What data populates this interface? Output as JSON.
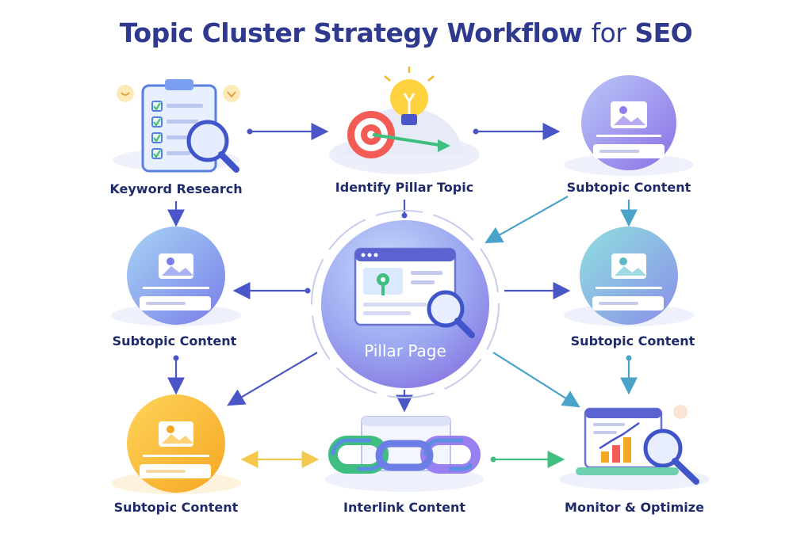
{
  "title": {
    "main": "Topic Cluster Strategy Workflow",
    "connector": "for",
    "tail": "SEO"
  },
  "nodes": {
    "keyword_research": "Keyword Research",
    "identify_pillar": "Identify Pillar Topic",
    "subtopic_top_right": "Subtopic Content",
    "subtopic_mid_left": "Subtopic Content",
    "subtopic_mid_right": "Subtopic Content",
    "subtopic_bottom_left": "Subtopic Content",
    "interlink": "Interlink Content",
    "monitor": "Monitor & Optimize",
    "pillar_page": "Pillar Page"
  },
  "colors": {
    "title": "#2f3a8f",
    "label": "#1f2a6b",
    "arrow_blue": "#4a55c7",
    "arrow_teal": "#4aa3c9",
    "arrow_yellow": "#f2c94c",
    "arrow_green": "#3fbf7f",
    "purple": "#8f7bea",
    "teal": "#6fc7d9",
    "yellow": "#f7b733"
  }
}
